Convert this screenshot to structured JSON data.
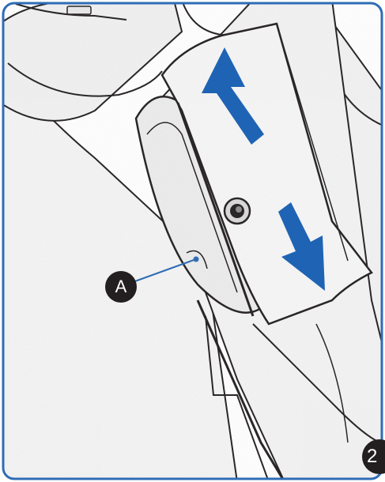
{
  "callout": {
    "label": "A"
  },
  "step": {
    "number": "2"
  },
  "colors": {
    "frame": "#2f6db5",
    "arrow": "#1f63b4",
    "line_art": "#231f20",
    "badge": "#231f20"
  },
  "arrows": [
    {
      "name": "arrow-up-icon",
      "direction": "up"
    },
    {
      "name": "arrow-down-icon",
      "direction": "down"
    }
  ]
}
